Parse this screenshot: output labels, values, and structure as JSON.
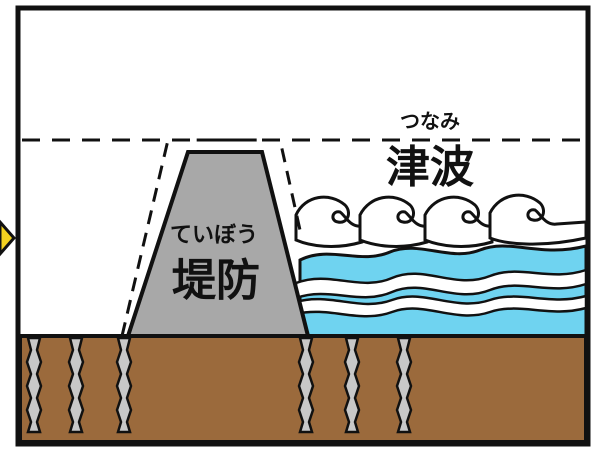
{
  "tsunami": {
    "ruby": "つなみ",
    "kanji": "津波"
  },
  "embankment": {
    "ruby": "ていぼう",
    "kanji": "堤防"
  },
  "colors": {
    "frame": "#111111",
    "ground": "#9b6a3c",
    "embankment": "#a8a8a8",
    "water": "#6fd3f0",
    "arrow": "#f4d21f",
    "stripe": "#c8c8c8"
  },
  "icons": {
    "left_arrow": "arrow-right-icon"
  }
}
